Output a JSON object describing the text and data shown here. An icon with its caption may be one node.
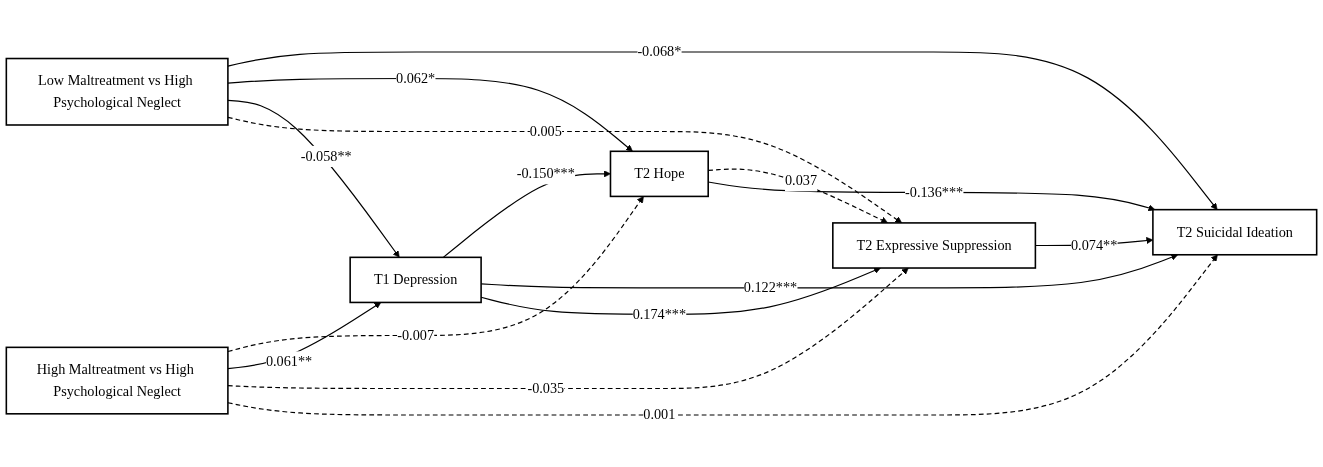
{
  "diagram": {
    "nodes": [
      {
        "text": [
          "Low Maltreatment vs High Psychological Neglect"
        ]
      },
      {
        "text": [
          "High Maltreatment vs High Psychological Neglect"
        ]
      },
      {
        "text": [
          "T2 Hope"
        ]
      },
      {
        "text": [
          "T1 Depression"
        ]
      },
      {
        "text": [
          "T2 Expressive Suppression"
        ]
      },
      {
        "text": [
          "T2 Suicidal Ideation"
        ]
      }
    ],
    "edges": [
      {
        "from": 0,
        "to": 5,
        "arrow": "to",
        "label": "-0.068*"
      },
      {
        "from": 0,
        "to": 2,
        "arrow": "to",
        "label": "0.062*"
      },
      {
        "from": 1,
        "to": 2,
        "arrow": "to",
        "label": "-0.007",
        "style": "dashed"
      },
      {
        "from": 0,
        "to": 3,
        "arrow": "to",
        "label": "-0.058**"
      },
      {
        "from": 1,
        "to": 3,
        "arrow": "to",
        "label": "0.061**"
      },
      {
        "from": 0,
        "to": 4,
        "arrow": "to",
        "label": "0.005",
        "style": "dashed"
      },
      {
        "from": 1,
        "to": 4,
        "arrow": "to",
        "label": "-0.035",
        "style": "dashed"
      },
      {
        "from": 1,
        "to": 5,
        "arrow": "to",
        "label": "0.001",
        "style": "dashed"
      },
      {
        "from": 3,
        "to": 2,
        "arrow": "to",
        "label": "-0.150***"
      },
      {
        "from": 3,
        "to": 5,
        "arrow": "to",
        "label": "0.122***"
      },
      {
        "from": 3,
        "to": 4,
        "arrow": "to",
        "label": "0.174***"
      },
      {
        "from": 2,
        "to": 4,
        "arrow": "to",
        "label": "0.037",
        "style": "dashed"
      },
      {
        "from": 2,
        "to": 5,
        "arrow": "to",
        "label": "-0.136***"
      },
      {
        "from": 4,
        "to": 5,
        "arrow": "to",
        "label": "0.074**"
      }
    ]
  }
}
